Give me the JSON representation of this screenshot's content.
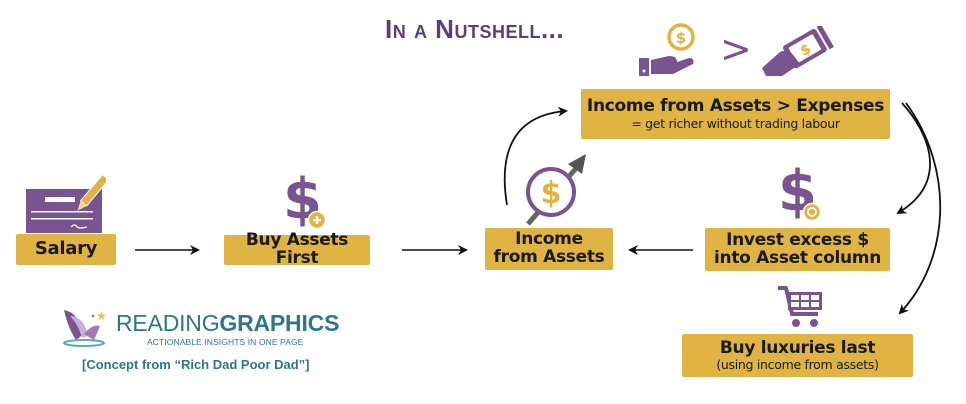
{
  "title": "In a Nutshell...",
  "nodes": {
    "salary": {
      "label": "Salary",
      "icon": "cheque-pen-icon"
    },
    "buy_assets": {
      "label": "Buy Assets First",
      "icon": "dollar-plus-icon"
    },
    "income_assets": {
      "label_line1": "Income",
      "label_line2": "from Assets",
      "icon": "dollar-circle-growth-icon"
    },
    "income_gt_expenses": {
      "label": "Income from Assets > Expenses",
      "sub": "= get richer without trading labour",
      "icons": [
        "hand-coin-icon",
        "greater-than-sign",
        "hand-cash-icon"
      ],
      "comparator": ">"
    },
    "invest_excess": {
      "label_line1": "Invest excess $",
      "label_line2": "into Asset column",
      "icon": "dollar-cycle-icon"
    },
    "buy_luxuries": {
      "label": "Buy luxuries last",
      "sub": "(using income from assets)",
      "icon": "shopping-cart-icon"
    }
  },
  "branding": {
    "logo_light": "READING",
    "logo_bold": "GRAPHICS",
    "tagline": "ACTIONABLE INSIGHTS IN ONE PAGE",
    "concept": "[Concept from “Rich Dad Poor Dad”]"
  },
  "colors": {
    "box_fill": "#dfb442",
    "purple": "#7a5490",
    "title_purple": "#5b3f7a",
    "brand_teal": "#2f7590",
    "arrow": "#111111"
  }
}
